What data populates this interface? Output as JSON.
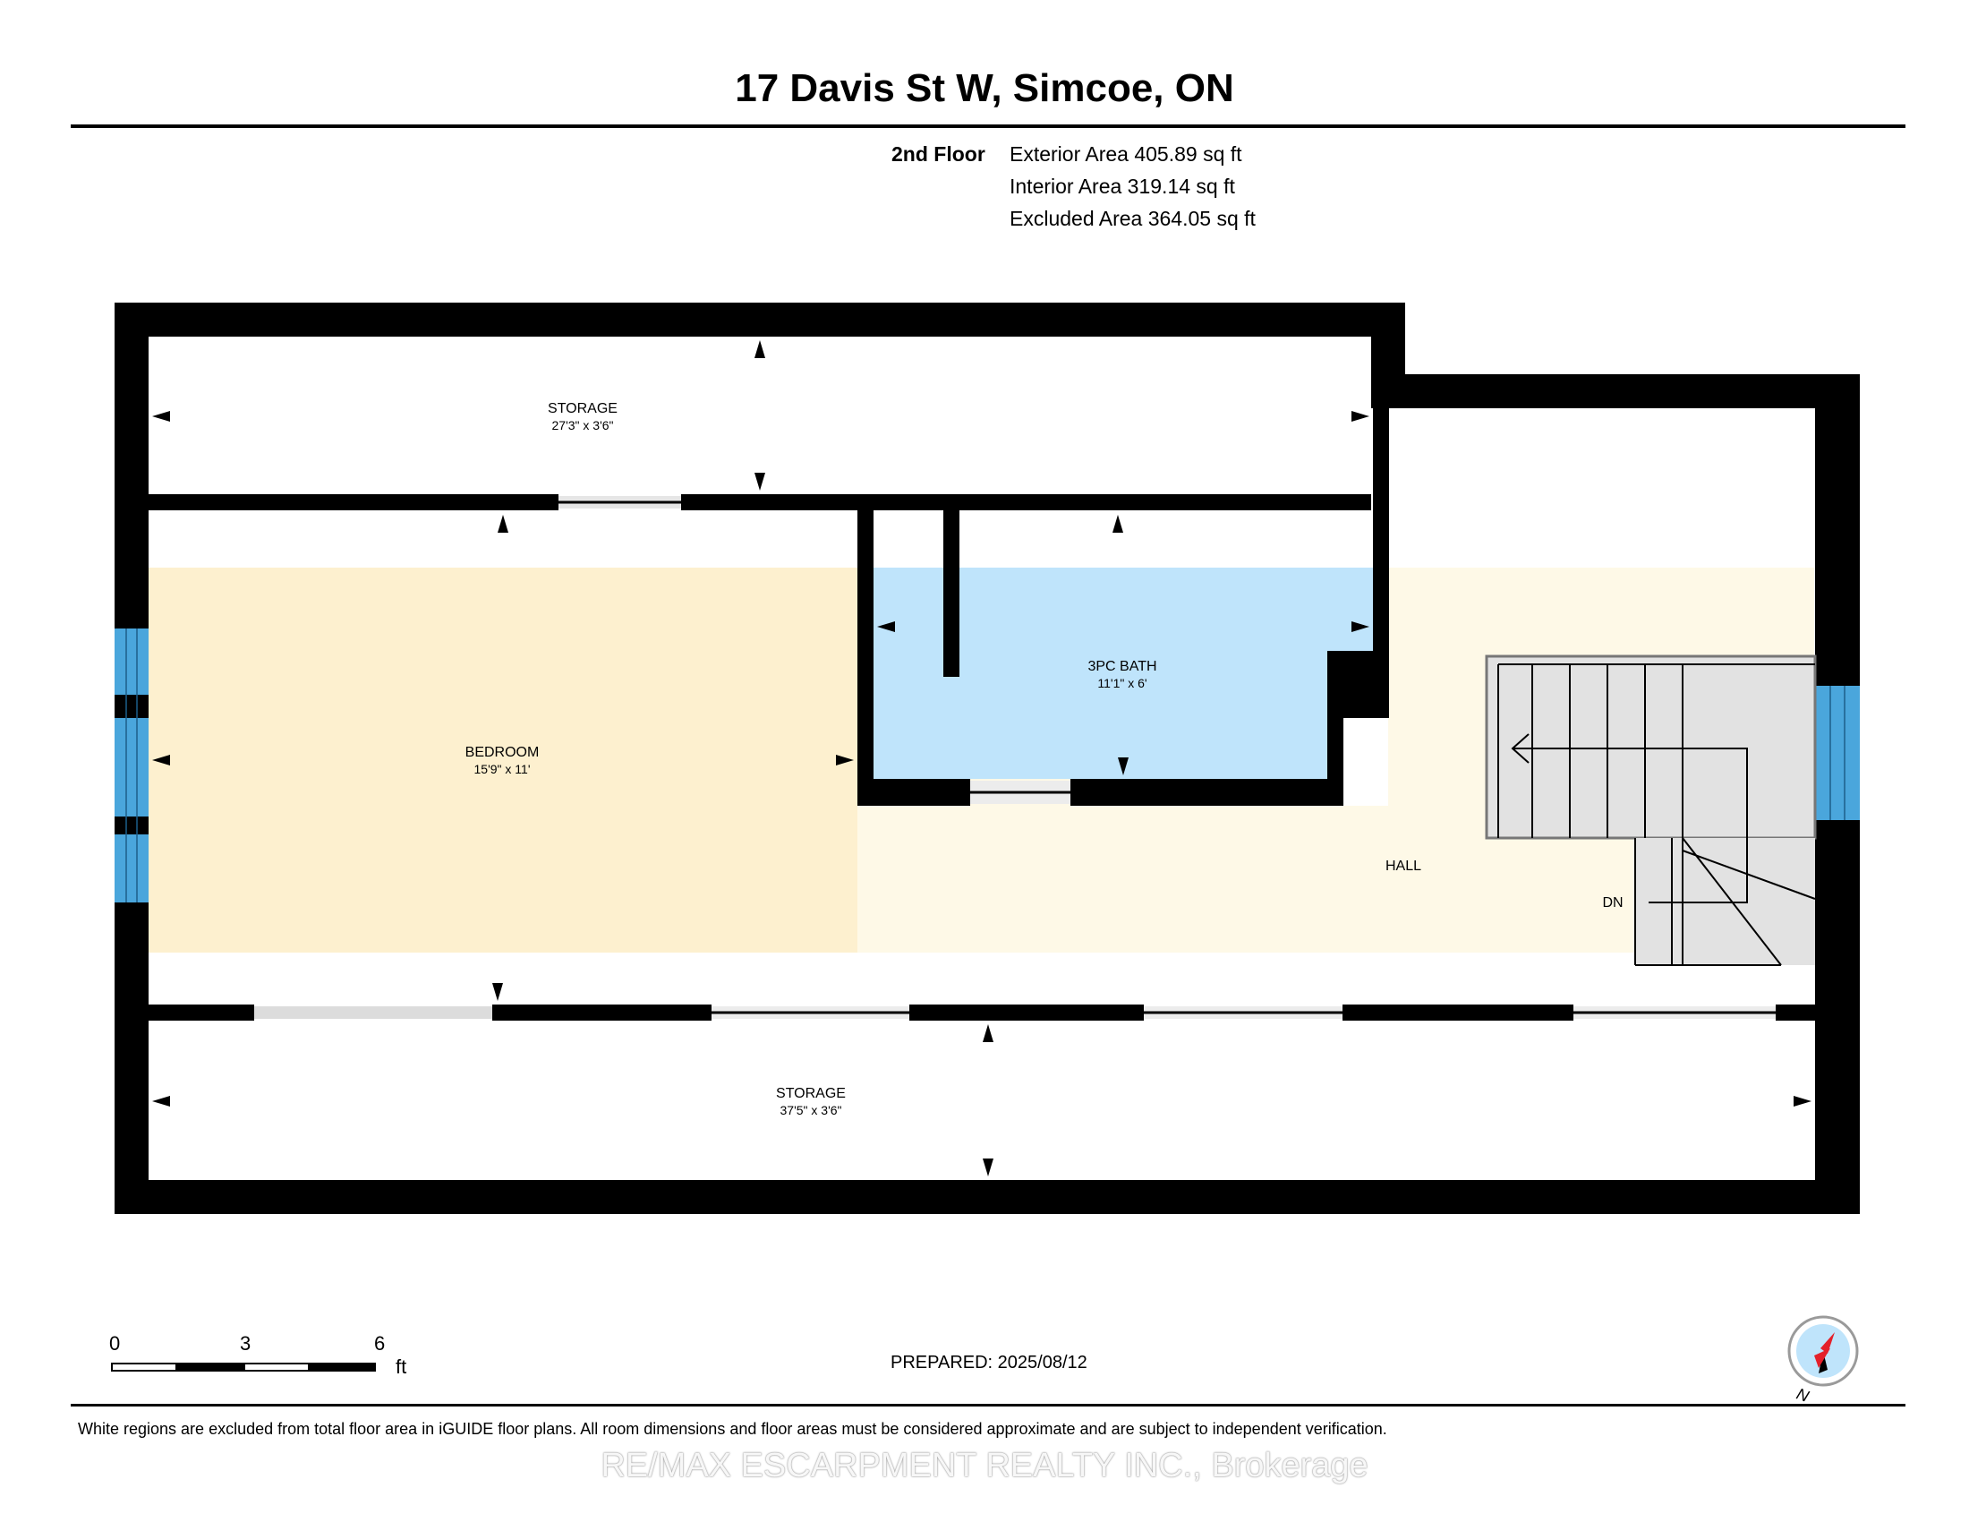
{
  "title": "17 Davis St W, Simcoe, ON",
  "floor": {
    "label": "2nd Floor",
    "exterior_area": "Exterior Area 405.89 sq ft",
    "interior_area": "Interior Area 319.14 sq ft",
    "excluded_area": "Excluded Area 364.05 sq ft"
  },
  "rooms": {
    "storage_top": {
      "name": "STORAGE",
      "dims": "27'3\" x 3'6\""
    },
    "bedroom": {
      "name": "BEDROOM",
      "dims": "15'9\" x 11'"
    },
    "bath": {
      "name": "3PC BATH",
      "dims": "11'1\" x 6'"
    },
    "hall": {
      "name": "HALL"
    },
    "storage_bottom": {
      "name": "STORAGE",
      "dims": "37'5\" x 3'6\""
    }
  },
  "stairs_label": "DN",
  "colors": {
    "bedroom_fill": "#fdf0cf",
    "bath_fill": "#bfe4fb",
    "hall_fill": "#fef9e7",
    "wall": "#000000",
    "window": "#4aa6dc",
    "stairs_fill": "#e2e2e2",
    "compass_needle": "#e4202a"
  },
  "scale_bar": {
    "ticks": [
      "0",
      "3",
      "6"
    ],
    "unit": "ft"
  },
  "prepared": "PREPARED: 2025/08/12",
  "compass_label": "N",
  "footnote": "White regions are excluded from total floor area in iGUIDE floor plans. All room dimensions and floor areas must be considered approximate and are subject to independent verification.",
  "watermark": "RE/MAX ESCARPMENT REALTY INC., Brokerage"
}
